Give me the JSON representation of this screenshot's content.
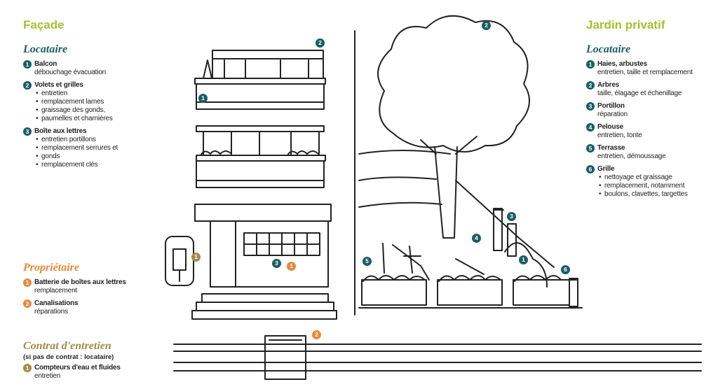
{
  "facade": {
    "title": "Façade",
    "locataire": {
      "heading": "Locataire",
      "items": [
        {
          "n": "1",
          "title": "Balcon",
          "desc": "débouchage évacuation"
        },
        {
          "n": "2",
          "title": "Volets et grilles",
          "bullets": [
            "entretien",
            "remplacement lames",
            "graissage des gonds,",
            "paumelles et charnières"
          ]
        },
        {
          "n": "3",
          "title": "Boîte aux lettres",
          "bullets": [
            "entretien portillons",
            "remplacement serrures et",
            "gonds",
            "remplacement clés"
          ]
        }
      ]
    },
    "proprietaire": {
      "heading": "Propriétaire",
      "items": [
        {
          "n": "1",
          "title": "Batterie de boîtes aux lettres",
          "desc": "remplacement"
        },
        {
          "n": "2",
          "title": "Canalisations",
          "desc": "réparations"
        }
      ]
    },
    "contrat": {
      "heading": "Contrat d'entretien",
      "subheading": "(si pas de contrat : locataire)",
      "items": [
        {
          "n": "1",
          "title": "Compteurs d'eau et fluides",
          "desc": "entretien"
        }
      ]
    }
  },
  "jardin": {
    "title": "Jardin privatif",
    "locataire": {
      "heading": "Locataire",
      "items": [
        {
          "n": "1",
          "title": "Haies, arbustes",
          "desc": "entretien, taille et remplacement"
        },
        {
          "n": "2",
          "title": "Arbres",
          "desc": "taille, élagage et échenillage"
        },
        {
          "n": "3",
          "title": "Portillon",
          "desc": "réparation"
        },
        {
          "n": "4",
          "title": "Pelouse",
          "desc": "entretien, tonte"
        },
        {
          "n": "5",
          "title": "Terrasse",
          "desc": "entretien, démoussage"
        },
        {
          "n": "6",
          "title": "Grille",
          "bullets": [
            "nettoyage et graissage",
            "remplacement, notamment",
            "boulons, clavettes, targettes"
          ]
        }
      ]
    }
  },
  "markers": {
    "balcony_top": "2",
    "balcony": "1",
    "mailbox_teal": "3",
    "mailbox_orange": "1",
    "meter": "1",
    "pipe": "2",
    "tree": "2",
    "gate": "3",
    "lawn": "4",
    "terrace": "5",
    "hedge": "1",
    "fence": "6"
  },
  "colors": {
    "green": "#a7bf2d",
    "teal": "#1a5d63",
    "orange": "#e8893b",
    "olive": "#a08c47"
  }
}
